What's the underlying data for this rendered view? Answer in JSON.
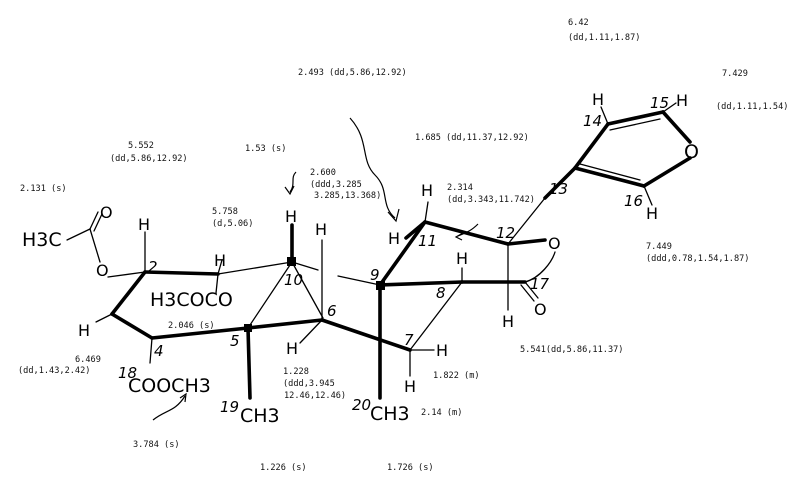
{
  "nmr_labels": {
    "h42_shift": "6.42",
    "h42_mult": "(dd,1.11,1.87)",
    "h2493": "2.493 (dd,5.86,12.92)",
    "h7429_shift": "7.429",
    "h7429_mult": "(dd,1.11,1.54)",
    "h1685": "1.685 (dd,11.37,12.92)",
    "h5552_shift": "5.552",
    "h5552_mult": "(dd,5.86,12.92)",
    "h153": "1.53 (s)",
    "h2600_a": "2.600",
    "h2600_b": "(ddd,3.285",
    "h2600_c": "3.285,13.368)",
    "h2314_a": "2.314",
    "h2314_b": "(dd,3.343,11.742)",
    "h2131": "2.131 (s)",
    "h5758_a": "5.758",
    "h5758_b": "(d,5.06)",
    "h7449_a": "7.449",
    "h7449_b": "(ddd,0.78,1.54,1.87)",
    "h2046": "2.046 (s)",
    "h6469_a": "6.469",
    "h6469_b": "(dd,1.43,2.42)",
    "h5541": "5.541(dd,5.86,11.37)",
    "h1228_a": "1.228",
    "h1228_b": "(ddd,3.945",
    "h1228_c": "12.46,12.46)",
    "h1822": "1.822 (m)",
    "h214": "2.14 (m)",
    "h3784": "3.784 (s)",
    "h1226": "1.226 (s)",
    "h1726": "1.726 (s)"
  },
  "atoms": {
    "h3c": "H3C",
    "acetate_o": "O",
    "carbonyl_o": "O",
    "h_c2": "H",
    "h_c1": "H",
    "h3coco": "H3COCO",
    "h_c10": "H",
    "h_c6": "H",
    "h_c6_axial": "H",
    "h_c11": "H",
    "h_c8": "H",
    "h_c12": "H",
    "lactone_o": "O",
    "lactone_co": "O",
    "h_c7": "H",
    "h_c7b": "H",
    "h_c3": "H",
    "cooch3": "COOCH3",
    "ch3_19": "CH3",
    "ch3_20": "CH3",
    "furan_o": "O",
    "h_c14": "H",
    "h_c15": "H",
    "h_c16": "H"
  },
  "numbering": {
    "n2": "2",
    "n4": "4",
    "n5": "5",
    "n6": "6",
    "n7": "7",
    "n8": "8",
    "n9": "9",
    "n10": "10",
    "n11": "11",
    "n12": "12",
    "n13": "13",
    "n14": "14",
    "n15": "15",
    "n16": "16",
    "n17": "17",
    "n18": "18",
    "n19": "19",
    "n20": "20"
  }
}
